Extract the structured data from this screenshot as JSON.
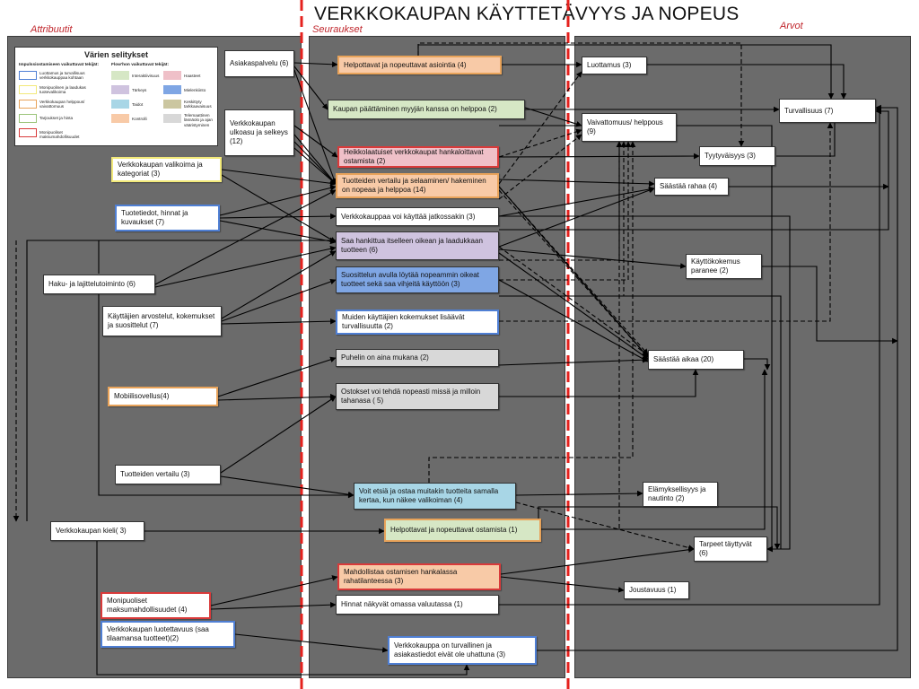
{
  "title": "VERKKOKAUPAN KÄYTTETÄVYYS JA NOPEUS",
  "sections": {
    "attribuutit": "Attribuutit",
    "seuraukset": "Seuraukset",
    "arvot": "Arvot"
  },
  "colors": {
    "panel": "#6b6b6b",
    "divider": "#e5211d",
    "yellow": "#f2e97a",
    "blue": "#4f7fd4",
    "orange": "#e8a35a",
    "green": "#9bc47a",
    "red": "#d93a3a",
    "fill_orange": "#f8caa7",
    "fill_green": "#d6e7c5",
    "fill_pink": "#efc0c8",
    "fill_purple": "#cfc3df",
    "fill_blue": "#7fa6e4",
    "fill_lightblue": "#a8d6e6",
    "fill_gray": "#d8d8d8"
  },
  "legend": {
    "title": "Värien selitykset",
    "left_header": "Impulssiostamiseen vaikuttavat tekijät:",
    "right_header": "Flow'hon vaikuttavat tekijät:",
    "left_items": [
      {
        "label": "Luottamus ja turvallisuus verkkokauppaa kohtaan",
        "color": "#4f7fd4"
      },
      {
        "label": "Monipuolinen ja laadukas tuotevalikoima",
        "color": "#f2e97a"
      },
      {
        "label": "Verkkokaupan helppous/ vaivattomuus",
        "color": "#e8a35a"
      },
      {
        "label": "Tarjoukset ja hinta",
        "color": "#9bc47a"
      },
      {
        "label": "Monipuoliset maksumahdollisuudet",
        "color": "#d93a3a"
      }
    ],
    "right_items": [
      {
        "label": "Interaktiivisuus",
        "color": "#d6e7c5"
      },
      {
        "label": "Tärkeys",
        "color": "#cfc3df"
      },
      {
        "label": "Taidot",
        "color": "#a8d6e6"
      },
      {
        "label": "Kontrolli",
        "color": "#f8caa7"
      }
    ],
    "right_items2": [
      {
        "label": "Haasteet",
        "color": "#efc0c8"
      },
      {
        "label": "Mielenkiinto",
        "color": "#7fa6e4"
      },
      {
        "label": "Keskittyty tarkkaavaisuus",
        "color": "#cbc6a0"
      },
      {
        "label": "Telemaattinen läsnäolo ja ajan vääristyminen",
        "color": "#d8d8d8"
      }
    ]
  },
  "nodes": {
    "a_asiakaspalvelu": "Asiakaspalvelu (6)",
    "a_ulkoasu": "Verkkokaupan ulkoasu ja selkeys (12)",
    "a_valikoima": "Verkkokaupan valikoima ja kategoriat (3)",
    "a_tuotetiedot": "Tuotetiedot, hinnat ja kuvaukset (7)",
    "a_haku": "Haku- ja lajittelutoiminto (6)",
    "a_arvostelut": "Käyttäjien arvostelut, kokemukset ja suosittelut (7)",
    "a_mobiili": "Mobiilisovellus(4)",
    "a_vertailu": "Tuotteiden vertailu (3)",
    "a_kieli": "Verkkokaupan kieli( 3)",
    "a_maksu": "Monipuoliset maksumahdollisuudet (4)",
    "a_luotettavuus": "Verkkokaupan luotettavuus (saa tilaamansa tuotteet)(2)",
    "c_helpottavat_asiointia": "Helpottavat ja nopeuttavat asiointia (4)",
    "c_paattaminen": "Kaupan päättäminen myyjän kanssa on helppoa (2)",
    "c_heikkolaatuiset": "Heikkolaatuiset verkkokaupat hankaloittavat ostamista (2)",
    "c_vertailu_selaaminen": "Tuotteiden vertailu ja selaaminen/ hakeminen on nopeaa ja helppoa (14)",
    "c_jatkossakin": "Verkkokauppaa voi käyttää jatkossakin (3)",
    "c_saa_hankittua": "Saa hankittua itselleen oikean ja laadukkaan tuotteen (6)",
    "c_suosittelun": "Suosittelun avulla löytää nopeammin oikeat tuotteet sekä saa vihjeitä käyttöön (3)",
    "c_muiden": "Muiden käyttäjien kokemukset lisäävät turvallisuutta (2)",
    "c_puhelin": "Puhelin on aina mukana (2)",
    "c_ostokset": "Ostokset voi tehdä nopeasti missä ja milloin tahanasa ( 5)",
    "c_voit_etsia": "Voit etsiä ja ostaa muitakin tuotteita samalla kertaa, kun näkee valikoiman (4)",
    "c_helpottavat_ostamista": "Helpottavat ja nopeuttavat ostamista (1)",
    "c_mahdollistaa": "Mahdollistaa ostamisen hankalassa rahatilanteessa (3)",
    "c_hinnat": "Hinnat näkyvät omassa valuutassa (1)",
    "c_turvallinen": "Verkkokauppa on turvallinen ja asiakastiedot eivät ole uhattuna (3)",
    "v_luottamus": "Luottamus (3)",
    "v_vaivattomuus": "Vaivattomuus/ helppous (9)",
    "v_turvallisuus": "Turvallisuus (7)",
    "v_tyytyvaisyys": "Tyytyväisyys (3)",
    "v_saastaa_rahaa": "Säästää rahaa (4)",
    "v_kayttokokemus": "Käyttökokemus paranee (2)",
    "v_saastaa_aikaa": "Säästää aikaa (20)",
    "v_elamyksellisyys": "Elämyksellisyys ja nautinto (2)",
    "v_tarpeet": "Tarpeet täyttyvät (6)",
    "v_joustavuus": "Joustavuus (1)"
  }
}
